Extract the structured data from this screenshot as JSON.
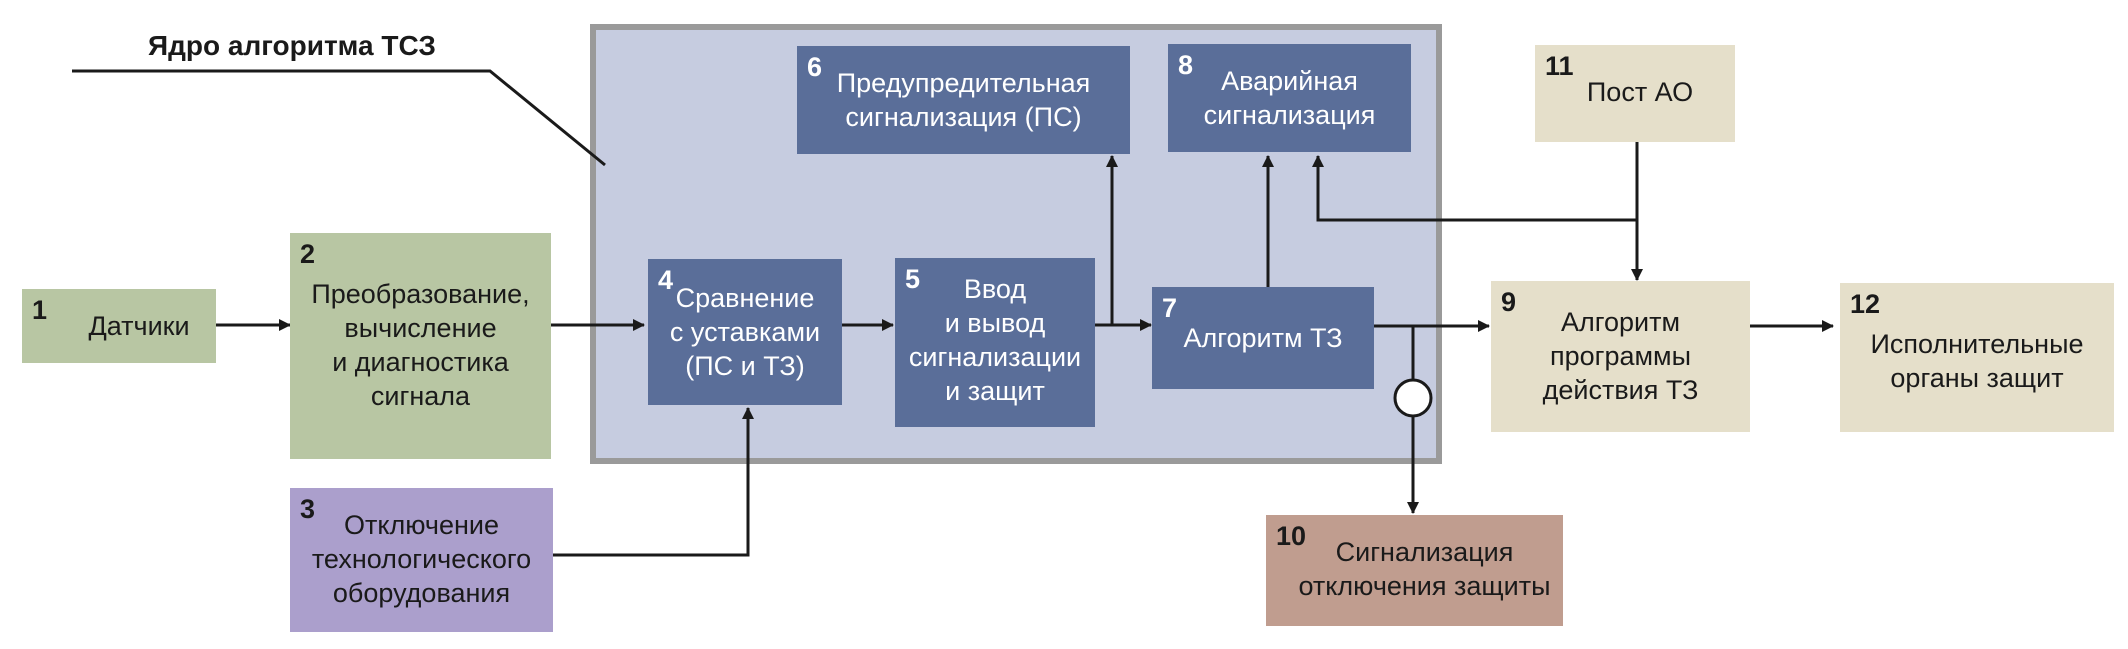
{
  "core_label": "Ядро алгоритма ТСЗ",
  "blocks": {
    "b1": {
      "num": "1",
      "text": "Датчики"
    },
    "b2": {
      "num": "2",
      "text": "Преобразование,\nвычисление\nи диагностика\nсигнала"
    },
    "b3": {
      "num": "3",
      "text": "Отключение\nтехнологического\nоборудования"
    },
    "b4": {
      "num": "4",
      "text": "Сравнение\nс уставками\n(ПС и ТЗ)"
    },
    "b5": {
      "num": "5",
      "text": "Ввод\nи вывод\nсигнализации\nи защит"
    },
    "b6": {
      "num": "6",
      "text": "Предупредительная\nсигнализация (ПС)"
    },
    "b7": {
      "num": "7",
      "text": "Алгоритм ТЗ"
    },
    "b8": {
      "num": "8",
      "text": "Аварийная\nсигнализация"
    },
    "b9": {
      "num": "9",
      "text": "Алгоритм\nпрограммы\nдействия ТЗ"
    },
    "b10": {
      "num": "10",
      "text": "Сигнализация\nотключения защиты"
    },
    "b11": {
      "num": "11",
      "text": "Пост АО"
    },
    "b12": {
      "num": "12",
      "text": "Исполнительные\nорганы защит"
    }
  },
  "colors": {
    "core_fill": "#c6cce0",
    "core_border": "#9a9a9a",
    "dark_block": "#5a6e99",
    "green_block": "#b8c6a3",
    "purple_block": "#ab9fcc",
    "beige_block": "#e5dfca",
    "rose_block": "#c09d8f"
  }
}
